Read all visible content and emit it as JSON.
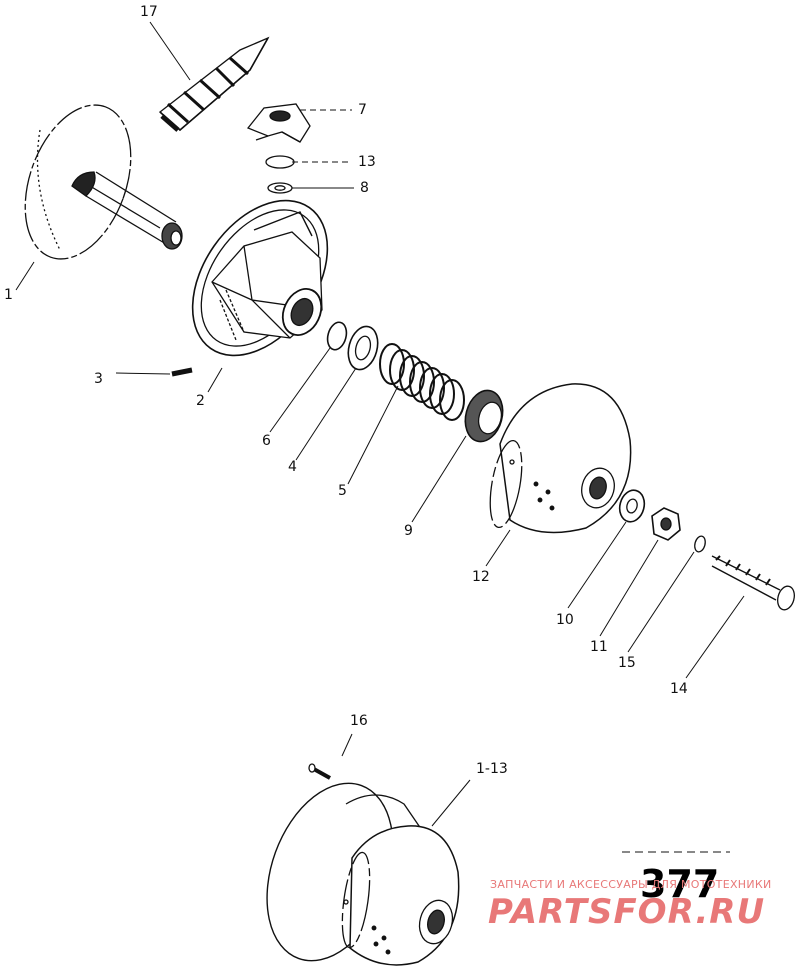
{
  "labels": {
    "l1": "1",
    "l2": "2",
    "l3": "3",
    "l4": "4",
    "l5": "5",
    "l6": "6",
    "l7": "7",
    "l8": "8",
    "l9": "9",
    "l10": "10",
    "l11": "11",
    "l12": "12",
    "l13": "13",
    "l14": "14",
    "l15": "15",
    "l16": "16",
    "l17": "17",
    "l1_13": "1-13"
  },
  "page_number": "377",
  "watermark": {
    "top_text": "ЗАПЧАСТИ И АКСЕССУАРЫ ДЛЯ МОТОТЕХНИКИ",
    "brand": "PARTSFOR.RU",
    "color": "#e87878"
  }
}
